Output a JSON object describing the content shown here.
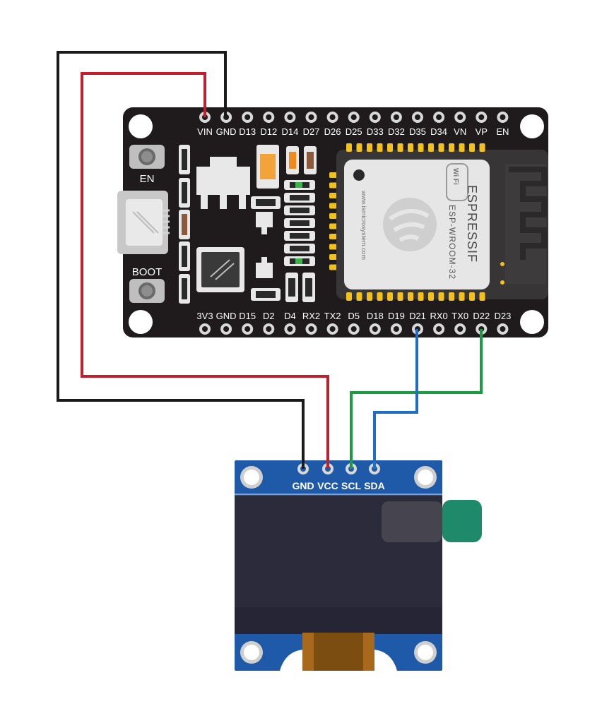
{
  "esp32": {
    "top_pins": [
      "VIN",
      "GND",
      "D13",
      "D12",
      "D14",
      "D27",
      "D26",
      "D25",
      "D33",
      "D32",
      "D35",
      "D34",
      "VN",
      "VP",
      "EN"
    ],
    "bottom_pins": [
      "3V3",
      "GND",
      "D15",
      "D2",
      "D4",
      "RX2",
      "TX2",
      "D5",
      "D18",
      "D19",
      "D21",
      "RX0",
      "TX0",
      "D22",
      "D23"
    ],
    "button_en": "EN",
    "button_boot": "BOOT",
    "module": {
      "brand": "ESPRESSIF",
      "model": "ESP-WROOM-32",
      "url": "www.ismicrosystem.com",
      "wifi_logo": "Wi Fi"
    }
  },
  "oled": {
    "pins": [
      "GND",
      "VCC",
      "SCL",
      "SDA"
    ]
  },
  "wires": [
    {
      "from": "VIN",
      "to": "VCC",
      "color": "#c0202e"
    },
    {
      "from": "GND",
      "to": "GND",
      "color": "#1a1a1a"
    },
    {
      "from": "D21",
      "to": "SDA",
      "color": "#1e6fc4"
    },
    {
      "from": "D22",
      "to": "SCL",
      "color": "#1e9a45"
    }
  ],
  "colors": {
    "board": "#1f1b1c",
    "pcb_oled": "#1f5aa8",
    "oled_screen": "#2c2b3c",
    "flex": "#a8691c",
    "tab": "#1e8a6a"
  }
}
